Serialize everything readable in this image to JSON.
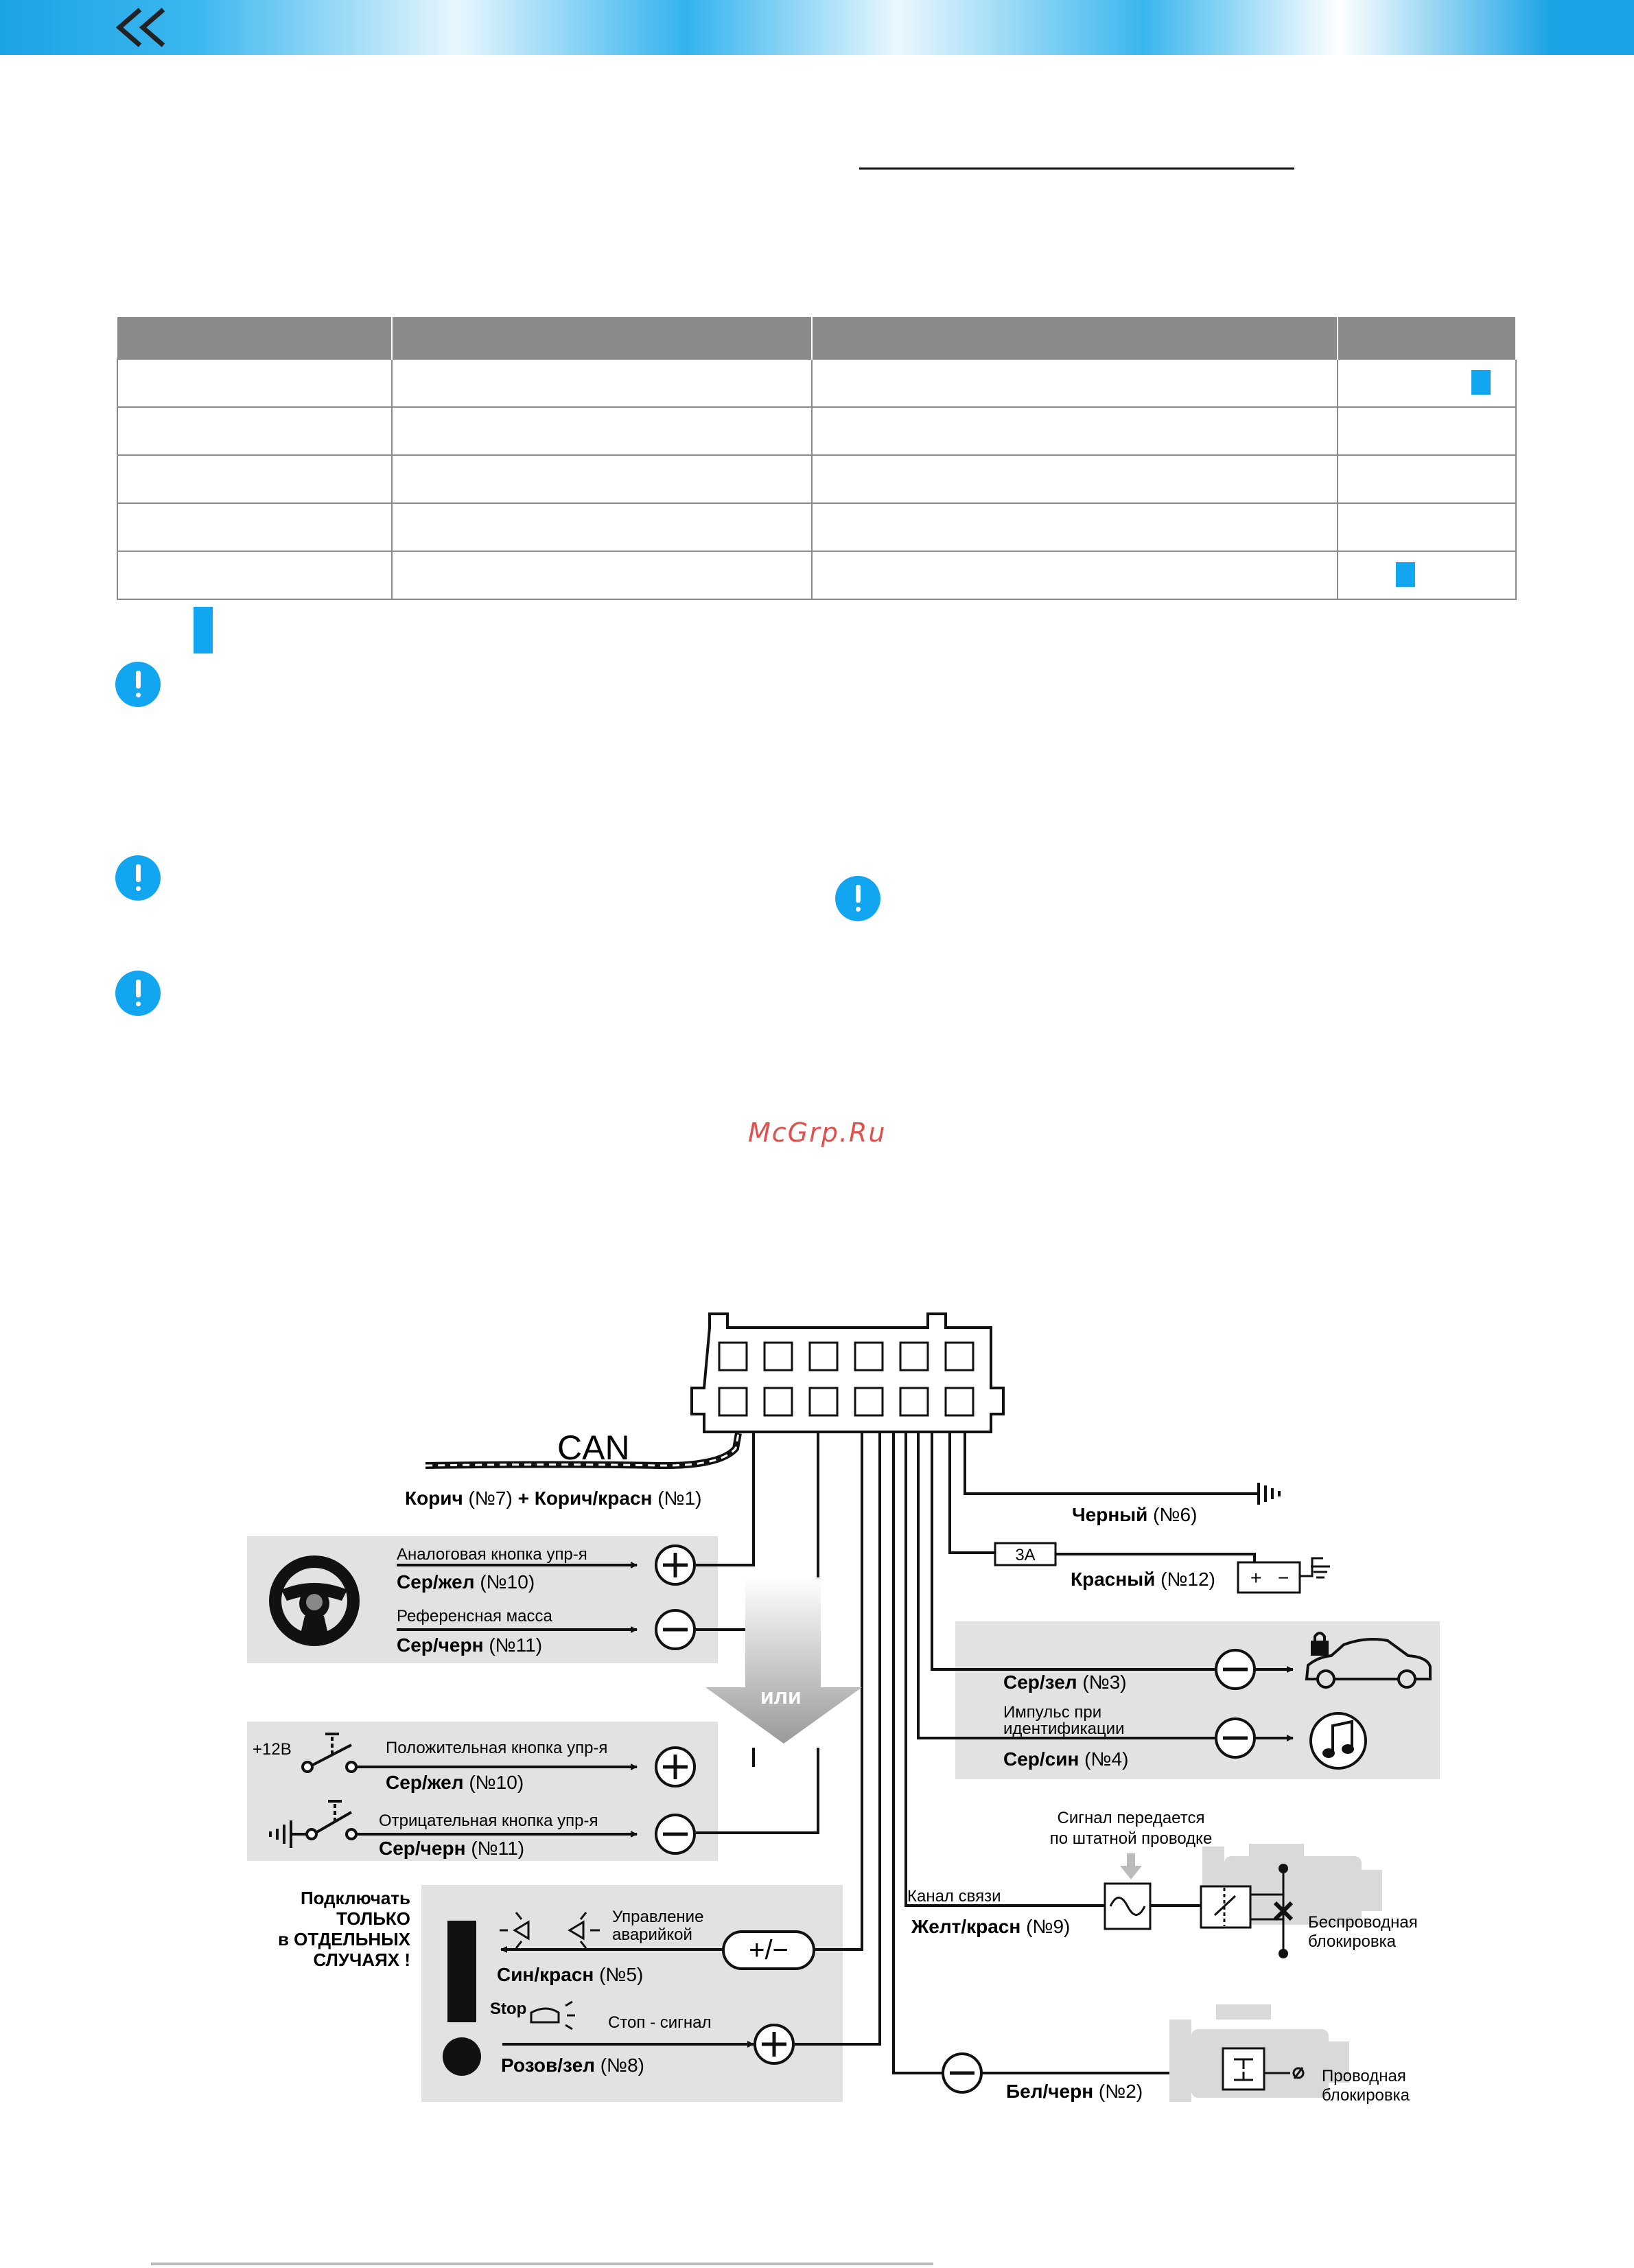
{
  "header": {
    "back_icon": "double-chevron-left-icon",
    "accent_color": "#11a6ef"
  },
  "watermark": "McGrp.Ru",
  "table": {
    "column_count": 4,
    "row_count": 5,
    "marker_color": "#11a6ef"
  },
  "diagram": {
    "can_label": "CAN",
    "can_wires": {
      "a_name": "Корич",
      "a_num": "(№7)",
      "plus": "+",
      "b_name": "Корич/красн",
      "b_num": "(№1)"
    },
    "steering": {
      "analog_caption": "Аналоговая кнопка упр-я",
      "analog_wire": "Сер/жел",
      "analog_num": "(№10)",
      "ref_caption": "Референсная масса",
      "ref_wire": "Сер/черн",
      "ref_num": "(№11)"
    },
    "or_label": "или",
    "buttons": {
      "plus12": "+12В",
      "pos_caption": "Положительная кнопка упр-я",
      "pos_wire": "Сер/жел",
      "pos_num": "(№10)",
      "neg_caption": "Отрицательная кнопка упр-я",
      "neg_wire": "Сер/черн",
      "neg_num": "(№11)"
    },
    "special_note": [
      "Подключать",
      "ТОЛЬКО",
      "в ОТДЕЛЬНЫХ",
      "СЛУЧАЯХ !"
    ],
    "hazard": {
      "caption_1": "Управление",
      "caption_2": "аварийкой",
      "wire": "Син/красн",
      "num": "(№5)",
      "switch_label": "+/−"
    },
    "stop": {
      "icon_text": "Stop",
      "caption": "Стоп - сигнал",
      "wire": "Розов/зел",
      "num": "(№8)"
    },
    "black": {
      "wire": "Черный",
      "num": "(№6)"
    },
    "red": {
      "fuse": "3А",
      "wire": "Красный",
      "num": "(№12)",
      "battery_plus": "+",
      "battery_minus": "−"
    },
    "lock": {
      "wire": "Сер/зел",
      "num": "(№3)"
    },
    "ident": {
      "caption_1": "Импульс при",
      "caption_2": "идентификации",
      "wire": "Сер/син",
      "num": "(№4)"
    },
    "signal_note": [
      "Сигнал передается",
      "по штатной проводке"
    ],
    "channel": {
      "caption": "Канал связи",
      "wire": "Желт/красн",
      "num": "(№9)"
    },
    "wireless_block": [
      "Беспроводная",
      "блокировка"
    ],
    "wired": {
      "wire": "Бел/черн",
      "num": "(№2)"
    },
    "wired_block": [
      "Проводная",
      "блокировка"
    ]
  }
}
